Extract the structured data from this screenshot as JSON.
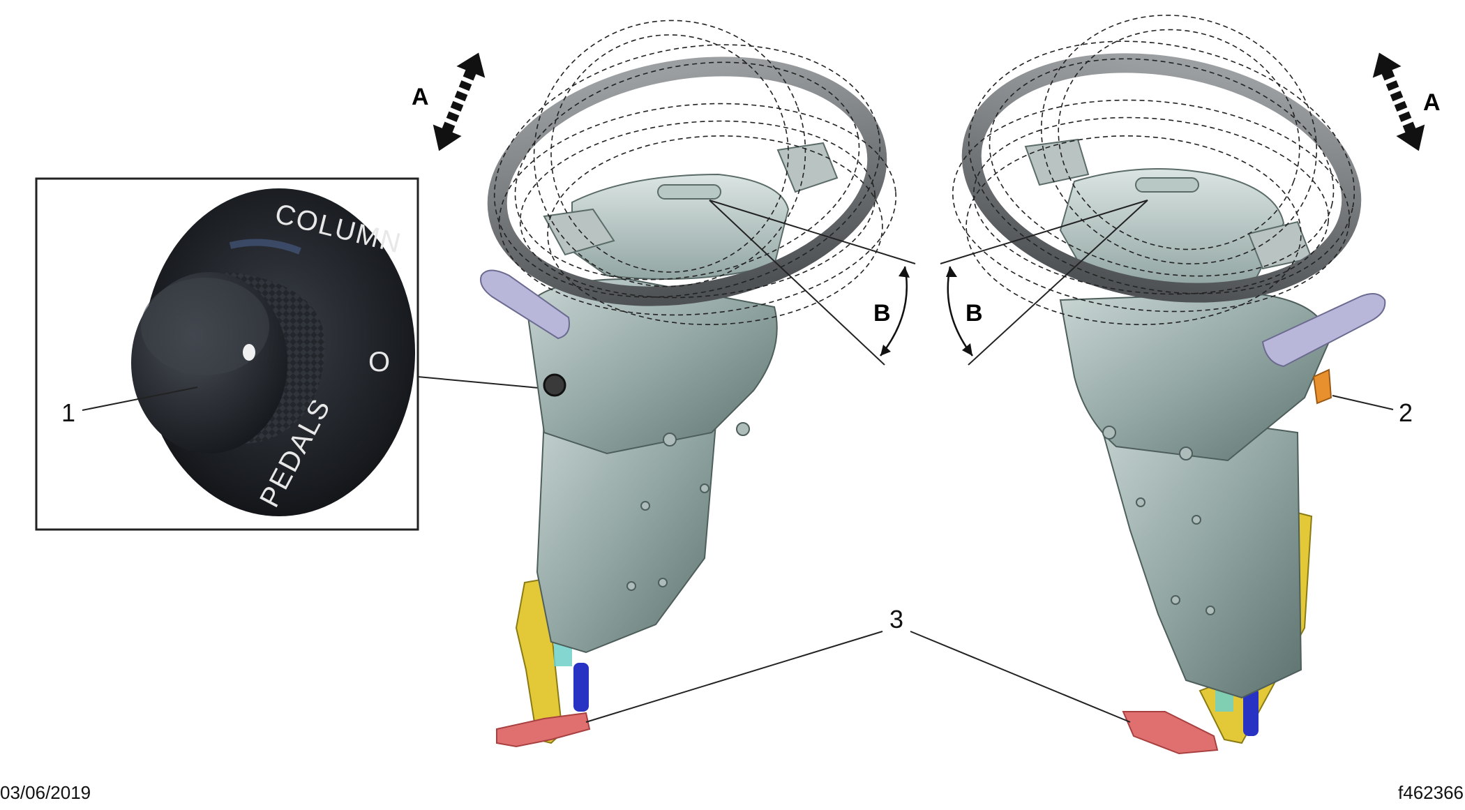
{
  "inset": {
    "knob_label_top": "COLUMN",
    "knob_label_bottom": "PEDALS",
    "knob_center_symbol": "O"
  },
  "callouts": {
    "one": "1",
    "two": "2",
    "three": "3"
  },
  "letters": {
    "tilt_left": "A",
    "tilt_right": "A",
    "angle_left": "B",
    "angle_right": "B"
  },
  "footer": {
    "date": "03/06/2019",
    "figure_id": "f462366"
  },
  "colors": {
    "column_body": "#8fa3a0",
    "column_shadow": "#5f7370",
    "wheel": "#6e7274",
    "knob": "#2a2e34",
    "pedal_bracket": "#e3c837",
    "pedal_pad": "#e07070",
    "accent_blue": "#2833c4",
    "tab_orange": "#e8902e",
    "lever": "#b9b7d9"
  }
}
